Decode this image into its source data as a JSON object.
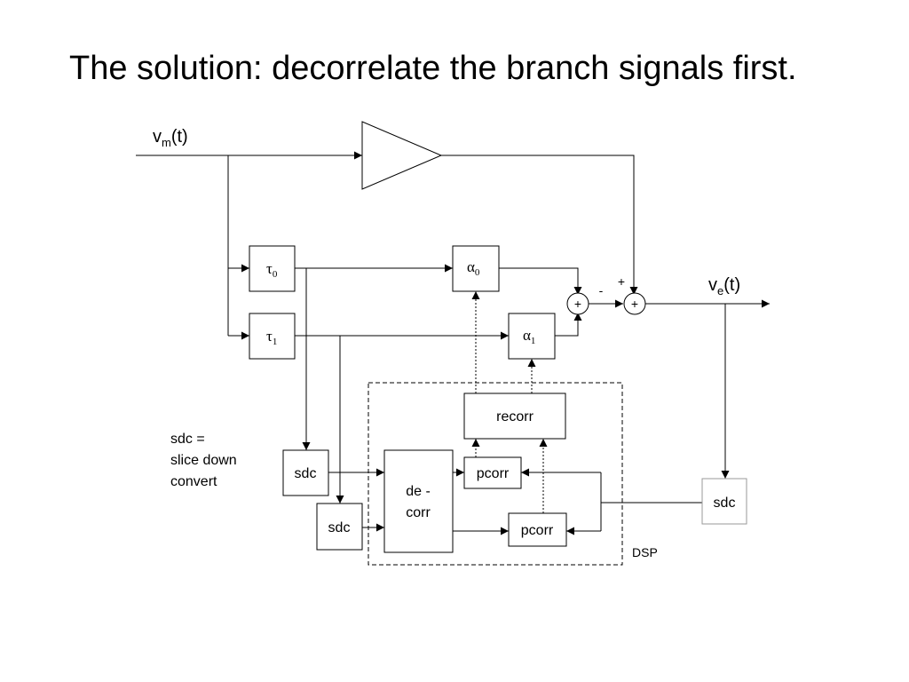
{
  "slide": {
    "title": "The solution: decorrelate the branch signals first."
  },
  "diagram": {
    "input_label": {
      "main": "v",
      "sub": "m",
      "tail": "(t)"
    },
    "output_label": {
      "main": "v",
      "sub": "e",
      "tail": "(t)"
    },
    "blocks": {
      "tau0": {
        "main": "τ",
        "sub": "0"
      },
      "tau1": {
        "main": "τ",
        "sub": "1"
      },
      "alpha0": {
        "main": "α",
        "sub": "0"
      },
      "alpha1": {
        "main": "α",
        "sub": "1"
      },
      "recorr": "recorr",
      "pcorr_top": "pcorr",
      "pcorr_bottom": "pcorr",
      "decorr_line1": "de -",
      "decorr_line2": "corr",
      "sdc_upper": "sdc",
      "sdc_lower": "sdc",
      "sdc_output": "sdc"
    },
    "summing": {
      "first": "+",
      "second": "+",
      "minus_sign": "-",
      "plus_sign": "+"
    },
    "legend_lines": [
      "sdc =",
      "slice down",
      "convert"
    ],
    "dsp_label": "DSP"
  }
}
